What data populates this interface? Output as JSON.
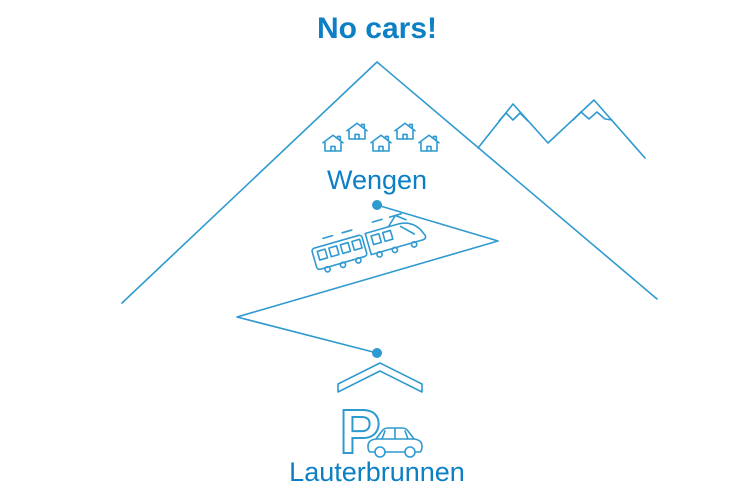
{
  "title": "No cars!",
  "labels": {
    "upper_village": "Wengen",
    "lower_village": "Lauterbrunnen",
    "parking_letter": "P"
  },
  "colors": {
    "text": "#0d80c5",
    "line": "#2f9ad0",
    "background": "#ffffff"
  },
  "icons": {
    "mountain": "mountain-outline-icon",
    "peaks": "snow-peaks-icon",
    "houses": "house-icon",
    "train": "train-icon",
    "route": "railway-zigzag-path",
    "parking": "parking-garage-icon",
    "car": "car-icon"
  }
}
